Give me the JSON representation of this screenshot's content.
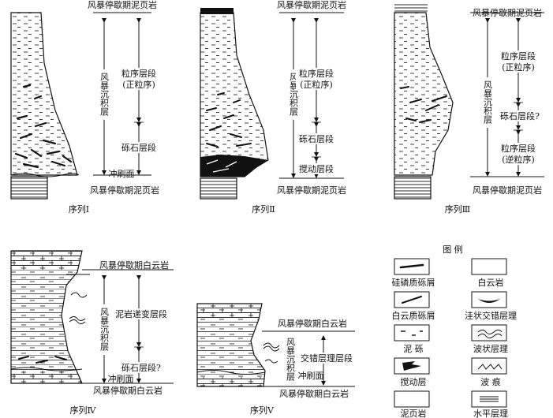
{
  "sequences": {
    "s1": {
      "caption": "序列Ⅰ",
      "top": "风暴停歇期泥页岩",
      "bottom": "风暴停歇期泥页岩",
      "unit_vertical": "风暴沉积层",
      "graded": "粒序层段",
      "graded_sub": "(正粒序)",
      "gravel": "砾石层段",
      "scour": "冲刷面"
    },
    "s2": {
      "caption": "序列Ⅱ",
      "top": "风暴停歇期泥页岩",
      "bottom": "风暴停歇期泥页岩",
      "unit_vertical": "风暴沉积层",
      "graded": "粒序层段",
      "graded_sub": "(正粒序)",
      "gravel": "砾石层段",
      "disturbed": "搅动层段"
    },
    "s3": {
      "caption": "序列Ⅲ",
      "top": "风暴停歇期泥页岩",
      "bottom": "风暴停歇期泥页岩",
      "unit_vertical": "风暴沉积层",
      "graded_upper": "粒序层段",
      "graded_upper_sub": "(正粒序)",
      "gravel": "砾石层段?",
      "graded_lower": "粒序层段",
      "graded_lower_sub": "(逆粒序)"
    },
    "s4": {
      "caption": "序列Ⅳ",
      "top": "风暴停歇期白云岩",
      "bottom": "风暴停歇期白云岩",
      "unit_vertical": "风暴沉积层",
      "mudstone": "泥岩递变层段",
      "gravel": "砾石层段?",
      "scour": "冲刷面"
    },
    "s5": {
      "caption": "序列Ⅴ",
      "top": "风暴停歇期白云岩",
      "bottom": "风暴停歇期白云岩",
      "unit_vertical": "风暴沉积层",
      "crossbed": "交错层理层段",
      "scour": "冲刷面"
    }
  },
  "legend": {
    "title": "图 例",
    "items": [
      {
        "label": "硅磷质砾屑",
        "icon": "phosphatic-clast-icon"
      },
      {
        "label": "白云岩",
        "icon": "dolomite-icon"
      },
      {
        "label": "白云质砾屑",
        "icon": "dolomitic-clast-icon"
      },
      {
        "label": "洼状交错层理",
        "icon": "trough-cross-bedding-icon"
      },
      {
        "label": "泥 砾",
        "icon": "mud-gravel-icon"
      },
      {
        "label": "波状层理",
        "icon": "wavy-bedding-icon"
      },
      {
        "label": "搅动层",
        "icon": "disturbed-layer-icon"
      },
      {
        "label": "波 痕",
        "icon": "ripple-mark-icon"
      },
      {
        "label": "泥页岩",
        "icon": "shale-icon"
      },
      {
        "label": "水平层理",
        "icon": "horizontal-bedding-icon"
      }
    ]
  }
}
